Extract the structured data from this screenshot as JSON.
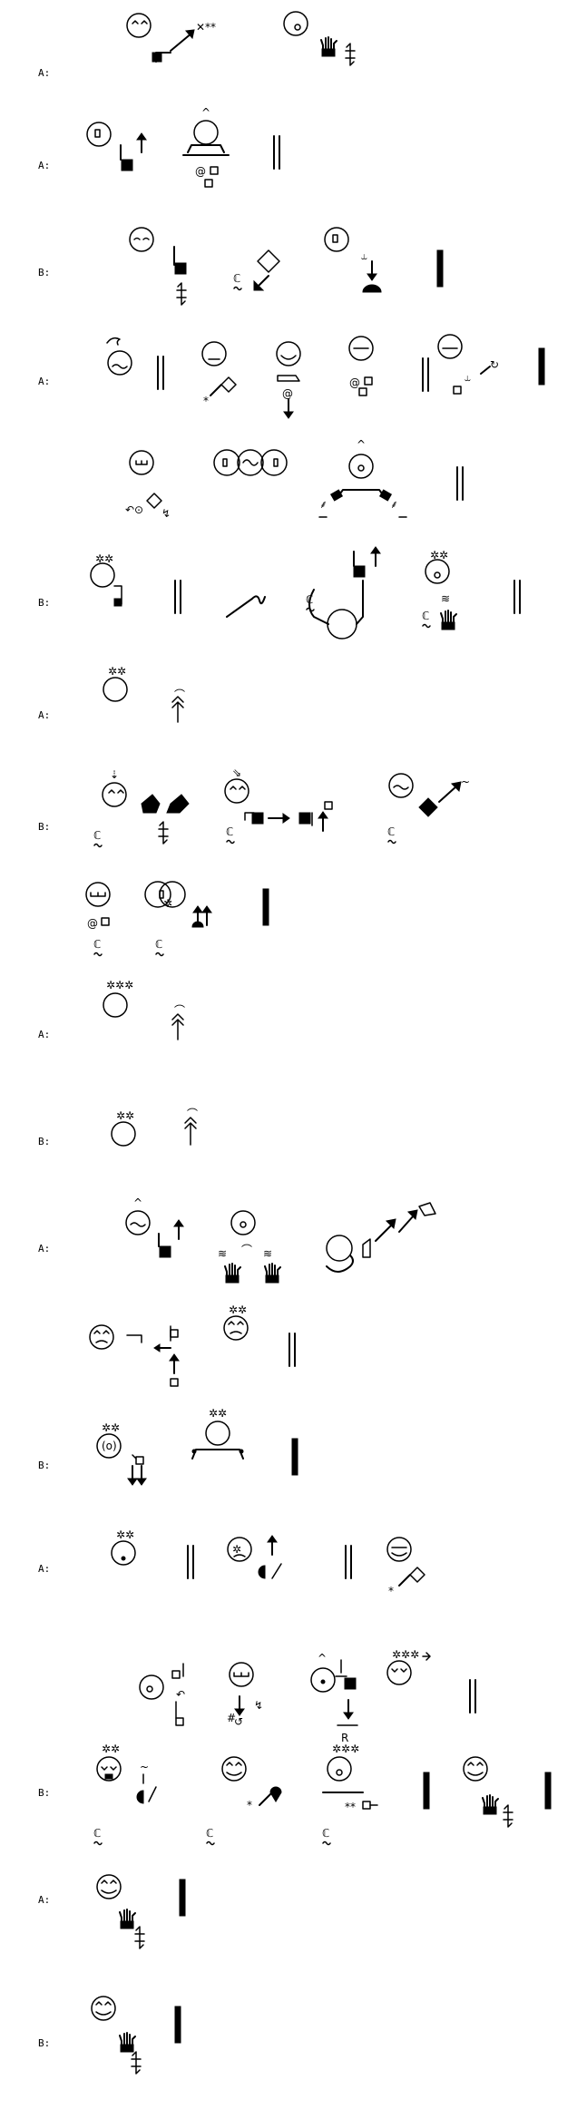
{
  "transcript": {
    "turns": [
      {
        "speaker": "A:"
      },
      {
        "speaker": "A:"
      },
      {
        "speaker": "B:"
      },
      {
        "speaker": "A:"
      },
      {
        "speaker": "B:"
      },
      {
        "speaker": "A:"
      },
      {
        "speaker": "B:"
      },
      {
        "speaker": "A:"
      },
      {
        "speaker": "B:"
      },
      {
        "speaker": "A:"
      },
      {
        "speaker": "B:"
      },
      {
        "speaker": "A:"
      },
      {
        "speaker": "B:"
      },
      {
        "speaker": "A:"
      },
      {
        "speaker": "B:"
      }
    ]
  },
  "colors": {
    "ink": "#000000",
    "paper": "#ffffff"
  },
  "icons": [
    "head-icon",
    "hand-icon",
    "movement-arrow-icon",
    "contact-mark-icon",
    "square-marker-icon",
    "sentence-bar-icon"
  ]
}
